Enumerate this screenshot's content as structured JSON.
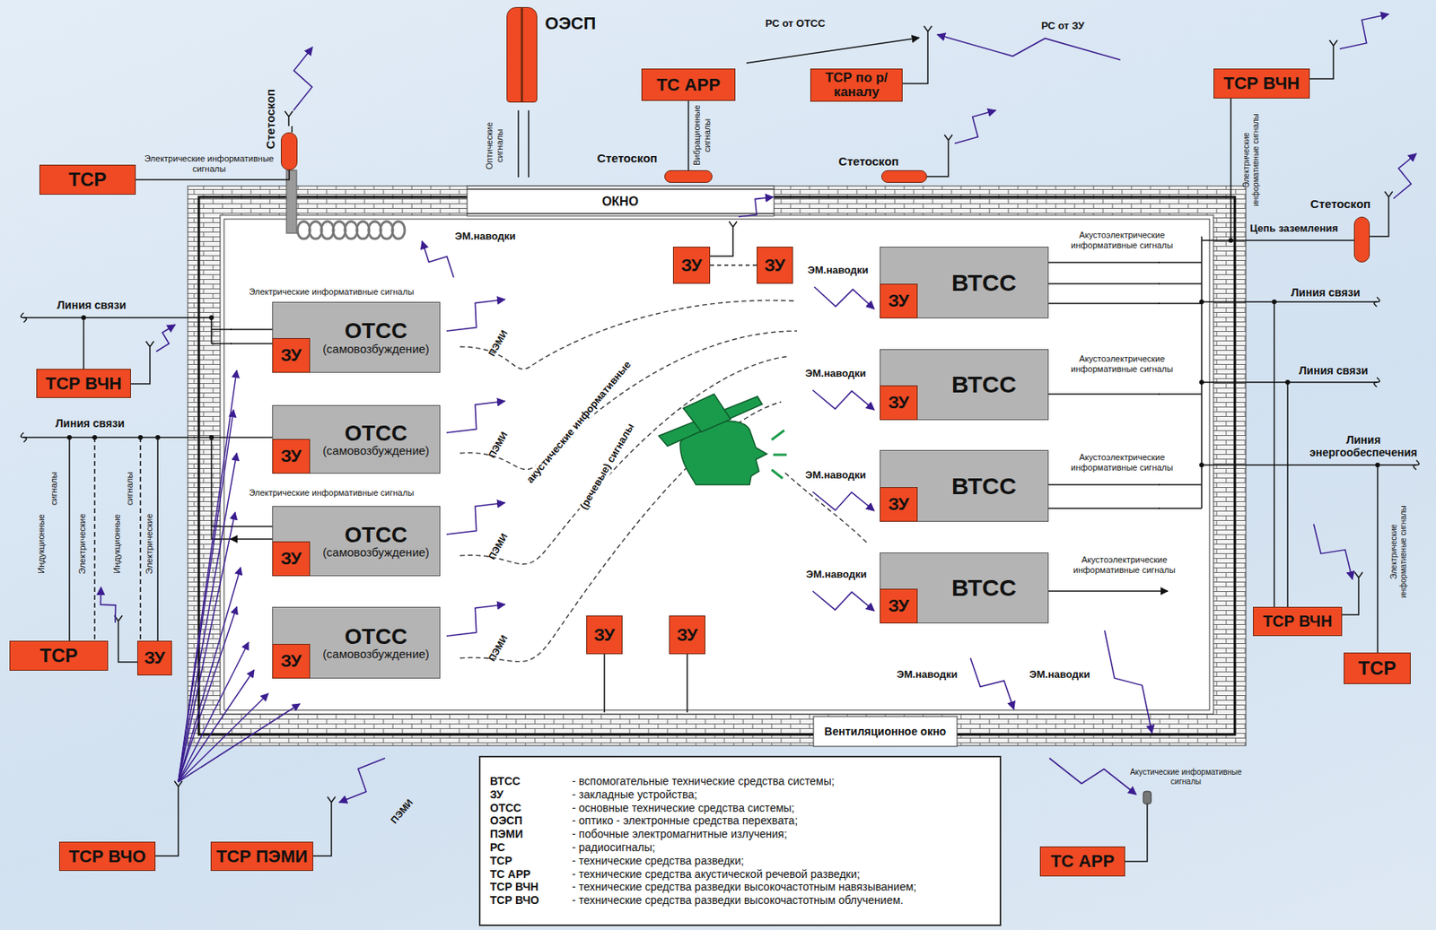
{
  "diagram": {
    "nodes": [
      {
        "text": [
          "ОЭСП"
        ]
      },
      {
        "text": [
          "ТС АРР"
        ]
      },
      {
        "text": [
          "ТСР по р/каналу"
        ]
      },
      {
        "text": [
          "ТСР ВЧН"
        ]
      },
      {
        "text": [
          "Стетоскоп"
        ]
      },
      {
        "text": [
          "ТСР"
        ]
      },
      {
        "text": [
          "Стетоскоп"
        ]
      },
      {
        "text": [
          "Стетоскоп"
        ]
      },
      {
        "text": [
          "Стетоскоп"
        ]
      },
      {
        "text": [
          "ЗУ"
        ]
      },
      {
        "text": [
          "ЗУ"
        ]
      },
      {
        "text": [
          "ВТСС"
        ]
      },
      {
        "text": [
          "ЗУ"
        ],
        "in": 11
      },
      {
        "text": [
          "ОТСС",
          "(самовозбуждение)"
        ]
      },
      {
        "text": [
          "ЗУ"
        ],
        "in": 13
      },
      {
        "text": [
          "ТСР ВЧН"
        ]
      },
      {
        "text": [
          "ВТСС"
        ]
      },
      {
        "text": [
          "ЗУ"
        ],
        "in": 16
      },
      {
        "text": [
          "ОТСС",
          "(самовозбуждение)"
        ]
      },
      {
        "text": [
          "ЗУ"
        ],
        "in": 18
      },
      {
        "text": [
          "ОТСС",
          "(самовозбуждение)"
        ]
      },
      {
        "text": [
          "ЗУ"
        ],
        "in": 20
      },
      {
        "text": [
          "ВТСС"
        ]
      },
      {
        "text": [
          "ЗУ"
        ],
        "in": 22
      },
      {
        "text": [
          "ОТСС",
          "(самовозбуждение)"
        ]
      },
      {
        "text": [
          "ЗУ"
        ],
        "in": 24
      },
      {
        "text": [
          "ВТСС"
        ]
      },
      {
        "text": [
          "ЗУ"
        ],
        "in": 26
      },
      {
        "text": [
          "ТСР ВЧН"
        ]
      },
      {
        "text": [
          "ЗУ"
        ]
      },
      {
        "text": [
          "ЗУ"
        ]
      },
      {
        "text": [
          "ТСР"
        ]
      },
      {
        "text": [
          "ЗУ"
        ]
      },
      {
        "text": [
          "ТСР"
        ]
      },
      {
        "text": [
          "ВТСС",
          "- вспомогательные технические средства системы;",
          "ЗУ",
          "- закладные устройства;",
          "ОТСС",
          "- основные технические средства системы;",
          "ОЭСП",
          "- оптико - электронные средства перехвата;",
          "ПЭМИ",
          "- побочные электромагнитные излучения;",
          "РС",
          "- радиосигналы;",
          "ТСР",
          "- технические средства разведки;",
          "ТС АРР",
          "- технические средства акустической речевой разведки;",
          "ТСР ВЧН",
          "- технические средства разведки высокочастотным навязыванием;",
          "ТСР ВЧО",
          "- технические средства разведки высокочастотным облучением."
        ]
      },
      {
        "text": [
          "ТСР ВЧО"
        ]
      },
      {
        "text": [
          "ТСР ПЭМИ"
        ]
      },
      {
        "text": [
          "ТС АРР"
        ]
      }
    ],
    "edges": [
      {
        "from": 5,
        "to": 4,
        "label": "Электрические информативные сигналы",
        "arrow": "none"
      },
      {
        "from": 1,
        "to": 6,
        "label": "Вибрационные сигналы",
        "arrow": "none"
      },
      {
        "from": 9,
        "to": 10,
        "arrow": "none"
      }
    ],
    "labels": [
      "ОКНО",
      "Вентиляционное окно",
      "ЭМ.наводки",
      "ЭМ.наводки",
      "ЭМ.наводки",
      "ЭМ.наводки",
      "ЭМ.наводки",
      "ЭМ.наводки",
      "ЭМ.наводки",
      "ПЭМИ",
      "ПЭМИ",
      "ПЭМИ",
      "ПЭМИ",
      "ПЭМИ",
      "акустические информативные",
      "(речевые) сигналы",
      "Акустоэлектрические информативные сигналы",
      "Акустоэлектрические информативные сигналы",
      "Акустоэлектрические информативные сигналы",
      "Акустоэлектрические информативные сигналы",
      "Электрические информативные сигналы",
      "Электрические информативные сигналы",
      "Линия связи",
      "Линия связи",
      "Индукционные",
      "сигналы",
      "Электрические",
      "Индукционные",
      "сигналы",
      "Электрические",
      "Оптические сигналы",
      "РС от ОТСС",
      "РС от ЗУ",
      "Электрические информативные сигналы",
      "Цепь заземления",
      "Линия связи",
      "Линия связи",
      "Линия энергообеспечения",
      "Электрические информативные сигналы",
      "Акустические информативные сигналы"
    ]
  }
}
